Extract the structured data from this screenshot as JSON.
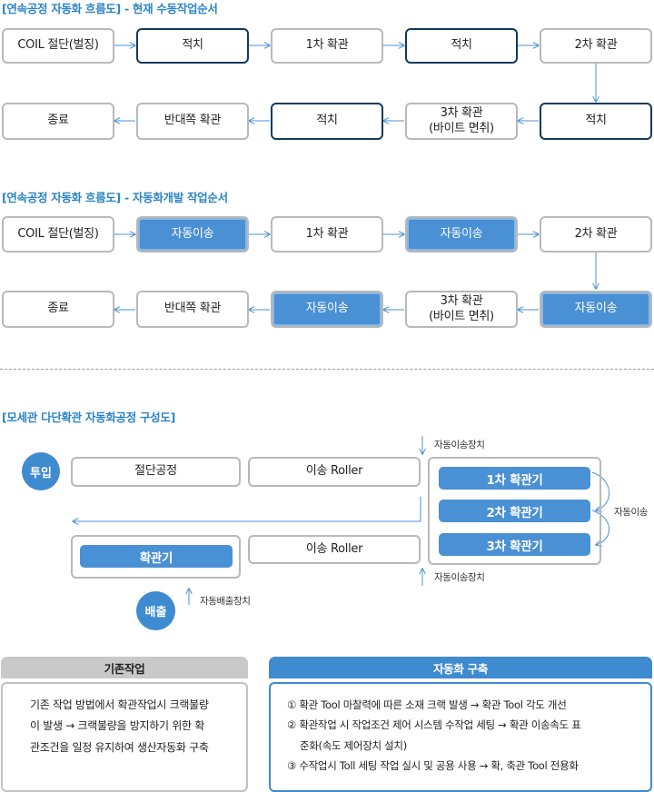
{
  "section1": {
    "title": "[연속공정 자동화 흐름도] - 현재 수동작업순서",
    "row1": [
      "COIL 절단(벌징)",
      "적치",
      "1차 확관",
      "적치",
      "2차 확관"
    ],
    "row2": [
      "종료",
      "반대쪽 확관",
      "적치",
      "3차 확관\n(바이트 면취)",
      "적치"
    ]
  },
  "section2": {
    "title": "[연속공정 자동화 흐름도] - 자동화개발 작업순서",
    "row1": [
      "COIL 절단(벌징)",
      "자동이송",
      "1차 확관",
      "자동이송",
      "2차 확관"
    ],
    "row2": [
      "종료",
      "반대쪽 확관",
      "자동이송",
      "3차 확관\n(바이트 면취)",
      "자동이송"
    ]
  },
  "section3": {
    "title": "[모세관 다단확관 자동화공정 구성도]",
    "input": "투입",
    "output": "배출",
    "cutting": "절단공정",
    "roller_top": "이송 Roller",
    "roller_bottom": "이송 Roller",
    "expanders": [
      "1차 확관기",
      "2차 확관기",
      "3차 확관기"
    ],
    "expander_final": "확관기",
    "label_transfer_top": "자동이송장치",
    "label_transfer_bottom": "자동이송장치",
    "label_auto": "자동이송",
    "label_discharge": "자동배출장치"
  },
  "existing": {
    "header": "기존작업",
    "lines": [
      "기존 작업 방법에서 확관작업시 크랙불량",
      "이 발생 → 크랙불량을 방지하기 위한 확",
      "관조건을 일정 유지하여 생산자동화 구축"
    ]
  },
  "automation": {
    "header": "자동화 구축",
    "lines": [
      "① 확관 Tool 마찰력에 따른 소재 크랙 발생 → 확관 Tool 각도 개선",
      "② 확관작업 시 작업조건 제어 시스템 수작업 세팅 → 확관 이송속도 표",
      "준화(속도 제어장치 설치)",
      "③ 수작업시 Toll 세팅 작업 실시 및 공용 사용 → 확, 축관 Tool 전용화"
    ]
  },
  "colors": {
    "accent": "#2b84c6",
    "dark_border": "#12395e",
    "fill_blue": "#4a90d4",
    "gray_border": "#b9b9b9"
  }
}
